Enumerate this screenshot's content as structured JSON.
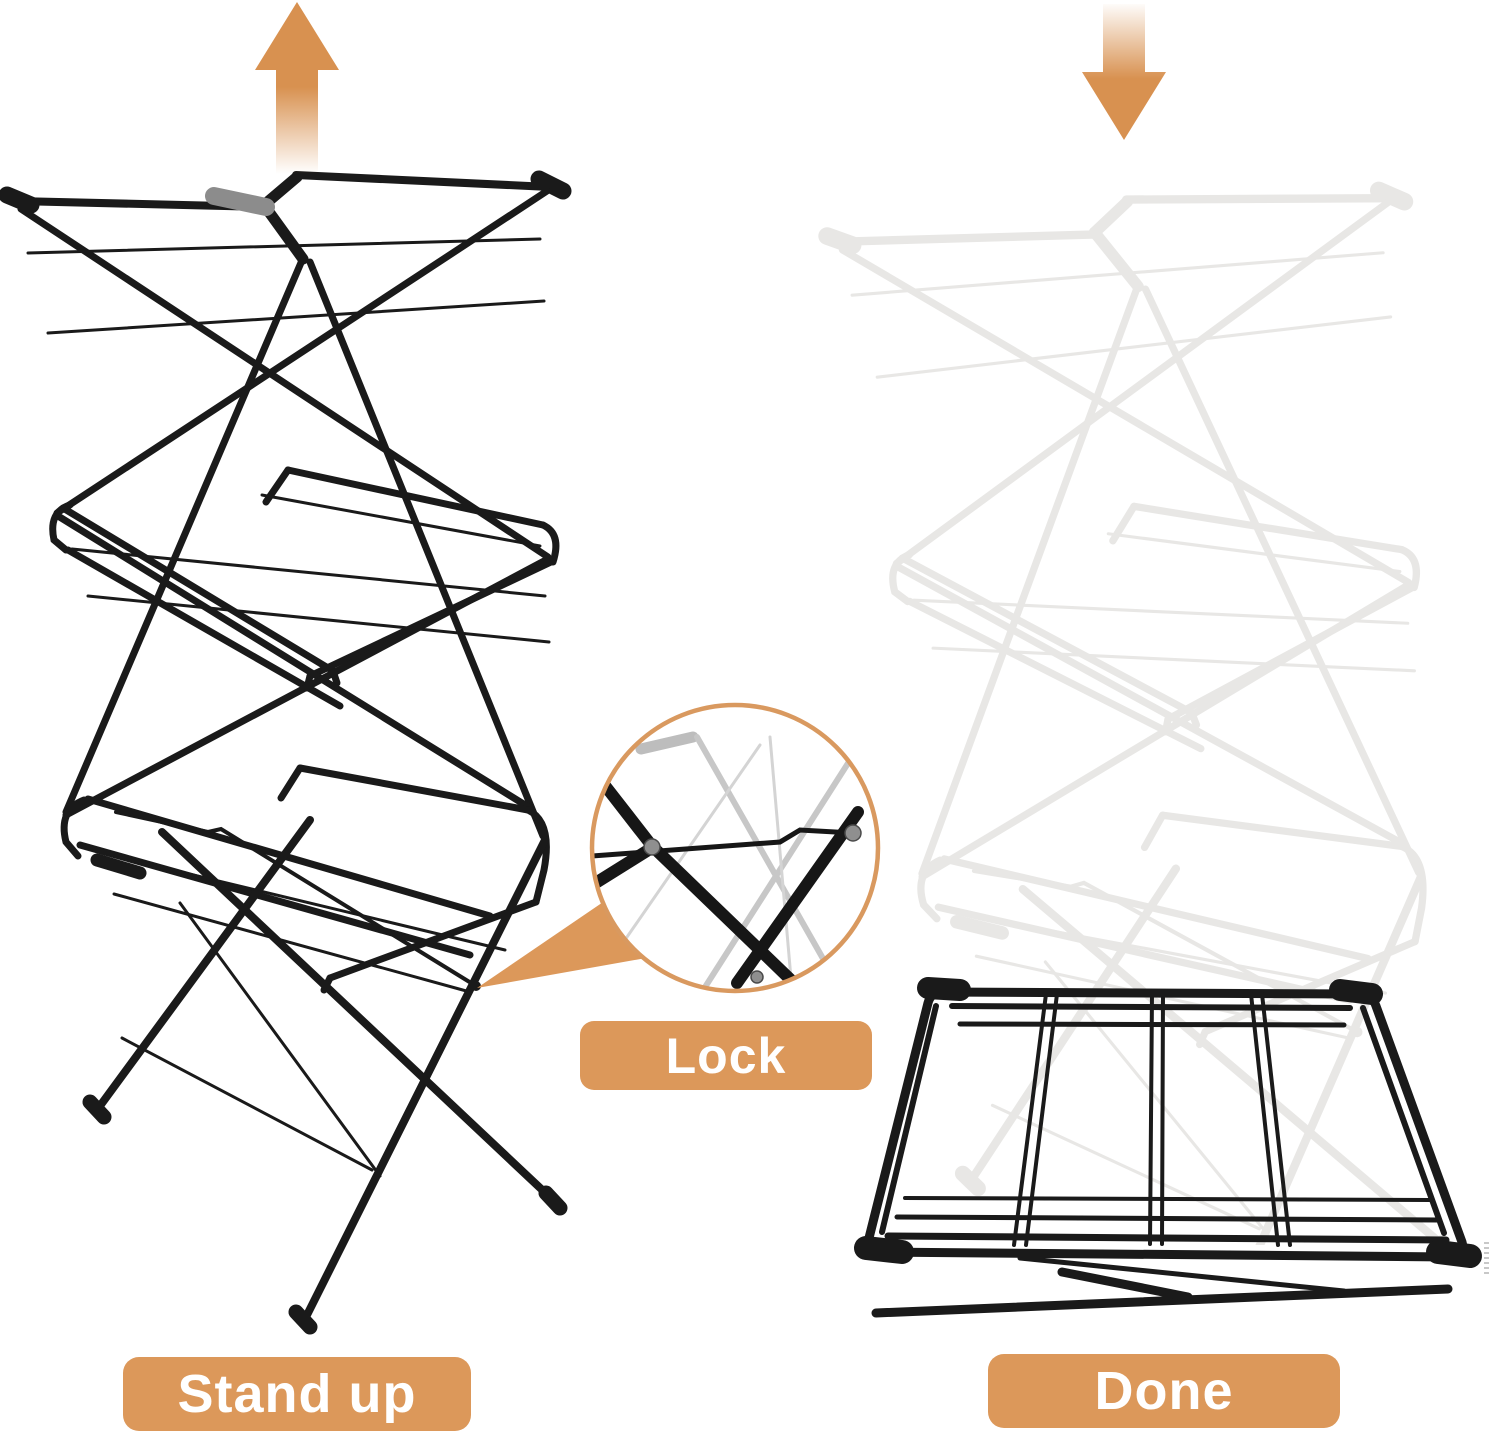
{
  "labels": {
    "stand_up": "Stand up",
    "lock": "Lock",
    "done": "Done"
  },
  "colors": {
    "background": "#FFFFFF",
    "accent_orange": "#DC985A",
    "callout_ring": "#D9995F",
    "rack_black": "#1A1A1A",
    "rack_ghost": "#E8E7E5",
    "label_text": "#FFFFFF",
    "sleeve_gray": "#8C8C8C"
  },
  "icons": {
    "up_arrow": "arrow-up-icon",
    "down_arrow": "arrow-down-icon",
    "callout_circle": "zoom-detail-circle-icon",
    "callout_pointer": "callout-pointer-triangle-icon"
  }
}
